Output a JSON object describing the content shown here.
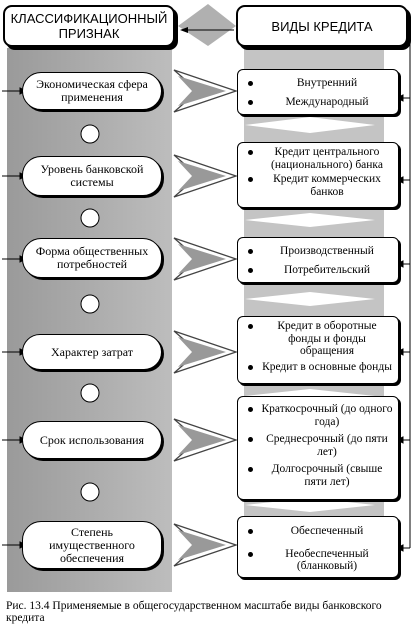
{
  "header": {
    "left_title": "КЛАССИФИКАЦИОННЫЙ ПРИЗНАК",
    "right_title": "ВИДЫ КРЕДИТА"
  },
  "rows": [
    {
      "sign": "Экономическая сфера применения",
      "types": [
        "Внутренний",
        "Международный"
      ]
    },
    {
      "sign": "Уровень банковской системы",
      "types": [
        "Кредит центрального (национального) банка",
        "Кредит коммерческих банков"
      ]
    },
    {
      "sign": "Форма общественных потребностей",
      "types": [
        "Производственный",
        "Потребительский"
      ]
    },
    {
      "sign": "Характер затрат",
      "types": [
        "Кредит в оборотные фонды и фонды обращения",
        "Кредит в основные фонды"
      ]
    },
    {
      "sign": "Срок использования",
      "types": [
        "Краткосрочный (до одного года)",
        "Среднесрочный (до пяти лет)",
        "Долгосрочный (свыше пяти лет)"
      ]
    },
    {
      "sign": "Степень имущественного обеспечения",
      "types": [
        "Обеспеченный",
        "Необеспеченный (бланковый)"
      ]
    }
  ],
  "caption": "Рис. 13.4 Применяемые в общегосударственном масштабе виды банковского кредита"
}
